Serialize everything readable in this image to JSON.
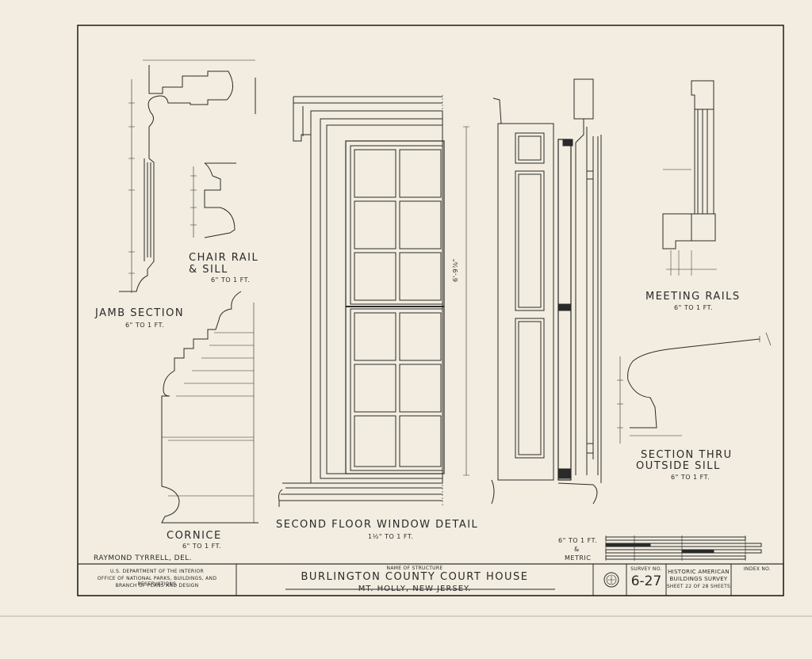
{
  "drawing_labels": {
    "jamb_title": "JAMB SECTION",
    "jamb_scale": "6\" TO 1 FT.",
    "chair_title_1": "CHAIR RAIL",
    "chair_title_2": "& SILL",
    "chair_scale": "6\" TO 1 FT.",
    "cornice_title": "CORNICE",
    "cornice_scale": "6\" TO 1 FT.",
    "window_title": "SECOND FLOOR WINDOW DETAIL",
    "window_scale": "1½\" TO 1 FT.",
    "window_dim": "6'-9⅞\"",
    "meeting_title": "MEETING RAILS",
    "meeting_scale": "6\" TO 1 FT.",
    "sill_title_1": "SECTION THRU",
    "sill_title_2": "OUTSIDE SILL",
    "sill_scale": "6\" TO 1 FT.",
    "metric_1": "6\" TO 1 FT.",
    "metric_2": "&",
    "metric_3": "METRIC",
    "delineator": "RAYMOND TYRRELL, DEL."
  },
  "title_block": {
    "agency_1": "U.S. DEPARTMENT OF THE INTERIOR",
    "agency_2": "OFFICE OF NATIONAL PARKS, BUILDINGS, AND RESERVATIONS",
    "agency_3": "BRANCH OF PLANS AND DESIGN",
    "structure_caption": "NAME OF STRUCTURE",
    "structure_name": "BURLINGTON COUNTY COURT HOUSE",
    "location": "MT. HOLLY, NEW JERSEY.",
    "survey_caption": "SURVEY NO.",
    "survey_no": "6-27",
    "habs_1": "HISTORIC AMERICAN",
    "habs_2": "BUILDINGS SURVEY",
    "sheet_text": "SHEET 22 OF 28 SHEETS",
    "index_caption": "INDEX NO."
  },
  "colors": {
    "paper": "#f2ede0",
    "ink": "#2a2a2a"
  }
}
